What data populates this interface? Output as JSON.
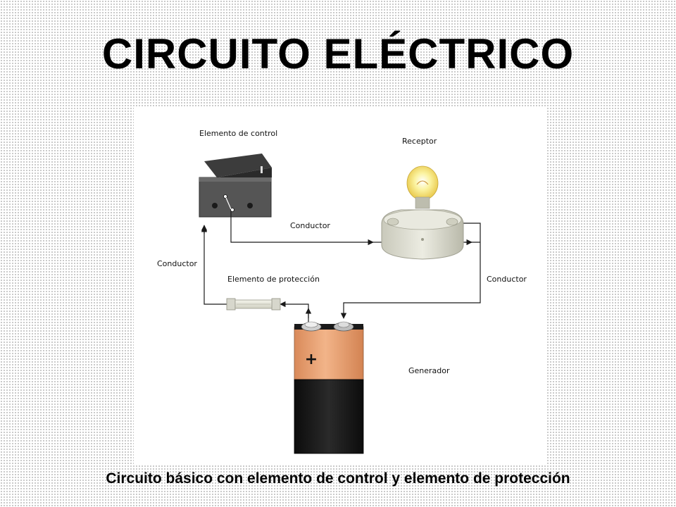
{
  "title": "CIRCUITO ELÉCTRICO",
  "caption": "Circuito básico con elemento de control y elemento de protección",
  "diagram": {
    "labels": {
      "control_element": "Elemento de control",
      "receiver": "Receptor",
      "conductor_top": "Conductor",
      "conductor_left": "Conductor",
      "conductor_right": "Conductor",
      "protection_element": "Elemento de protección",
      "generator": "Generador",
      "plus_sign": "+"
    },
    "colors": {
      "wire": "#1a1a1a",
      "switch_body": "#4a4a4a",
      "battery_copper": "#e8a070",
      "battery_black": "#151515",
      "bulb_glow": "#f7e86a",
      "lamp_base": "#d6d6c8"
    }
  }
}
